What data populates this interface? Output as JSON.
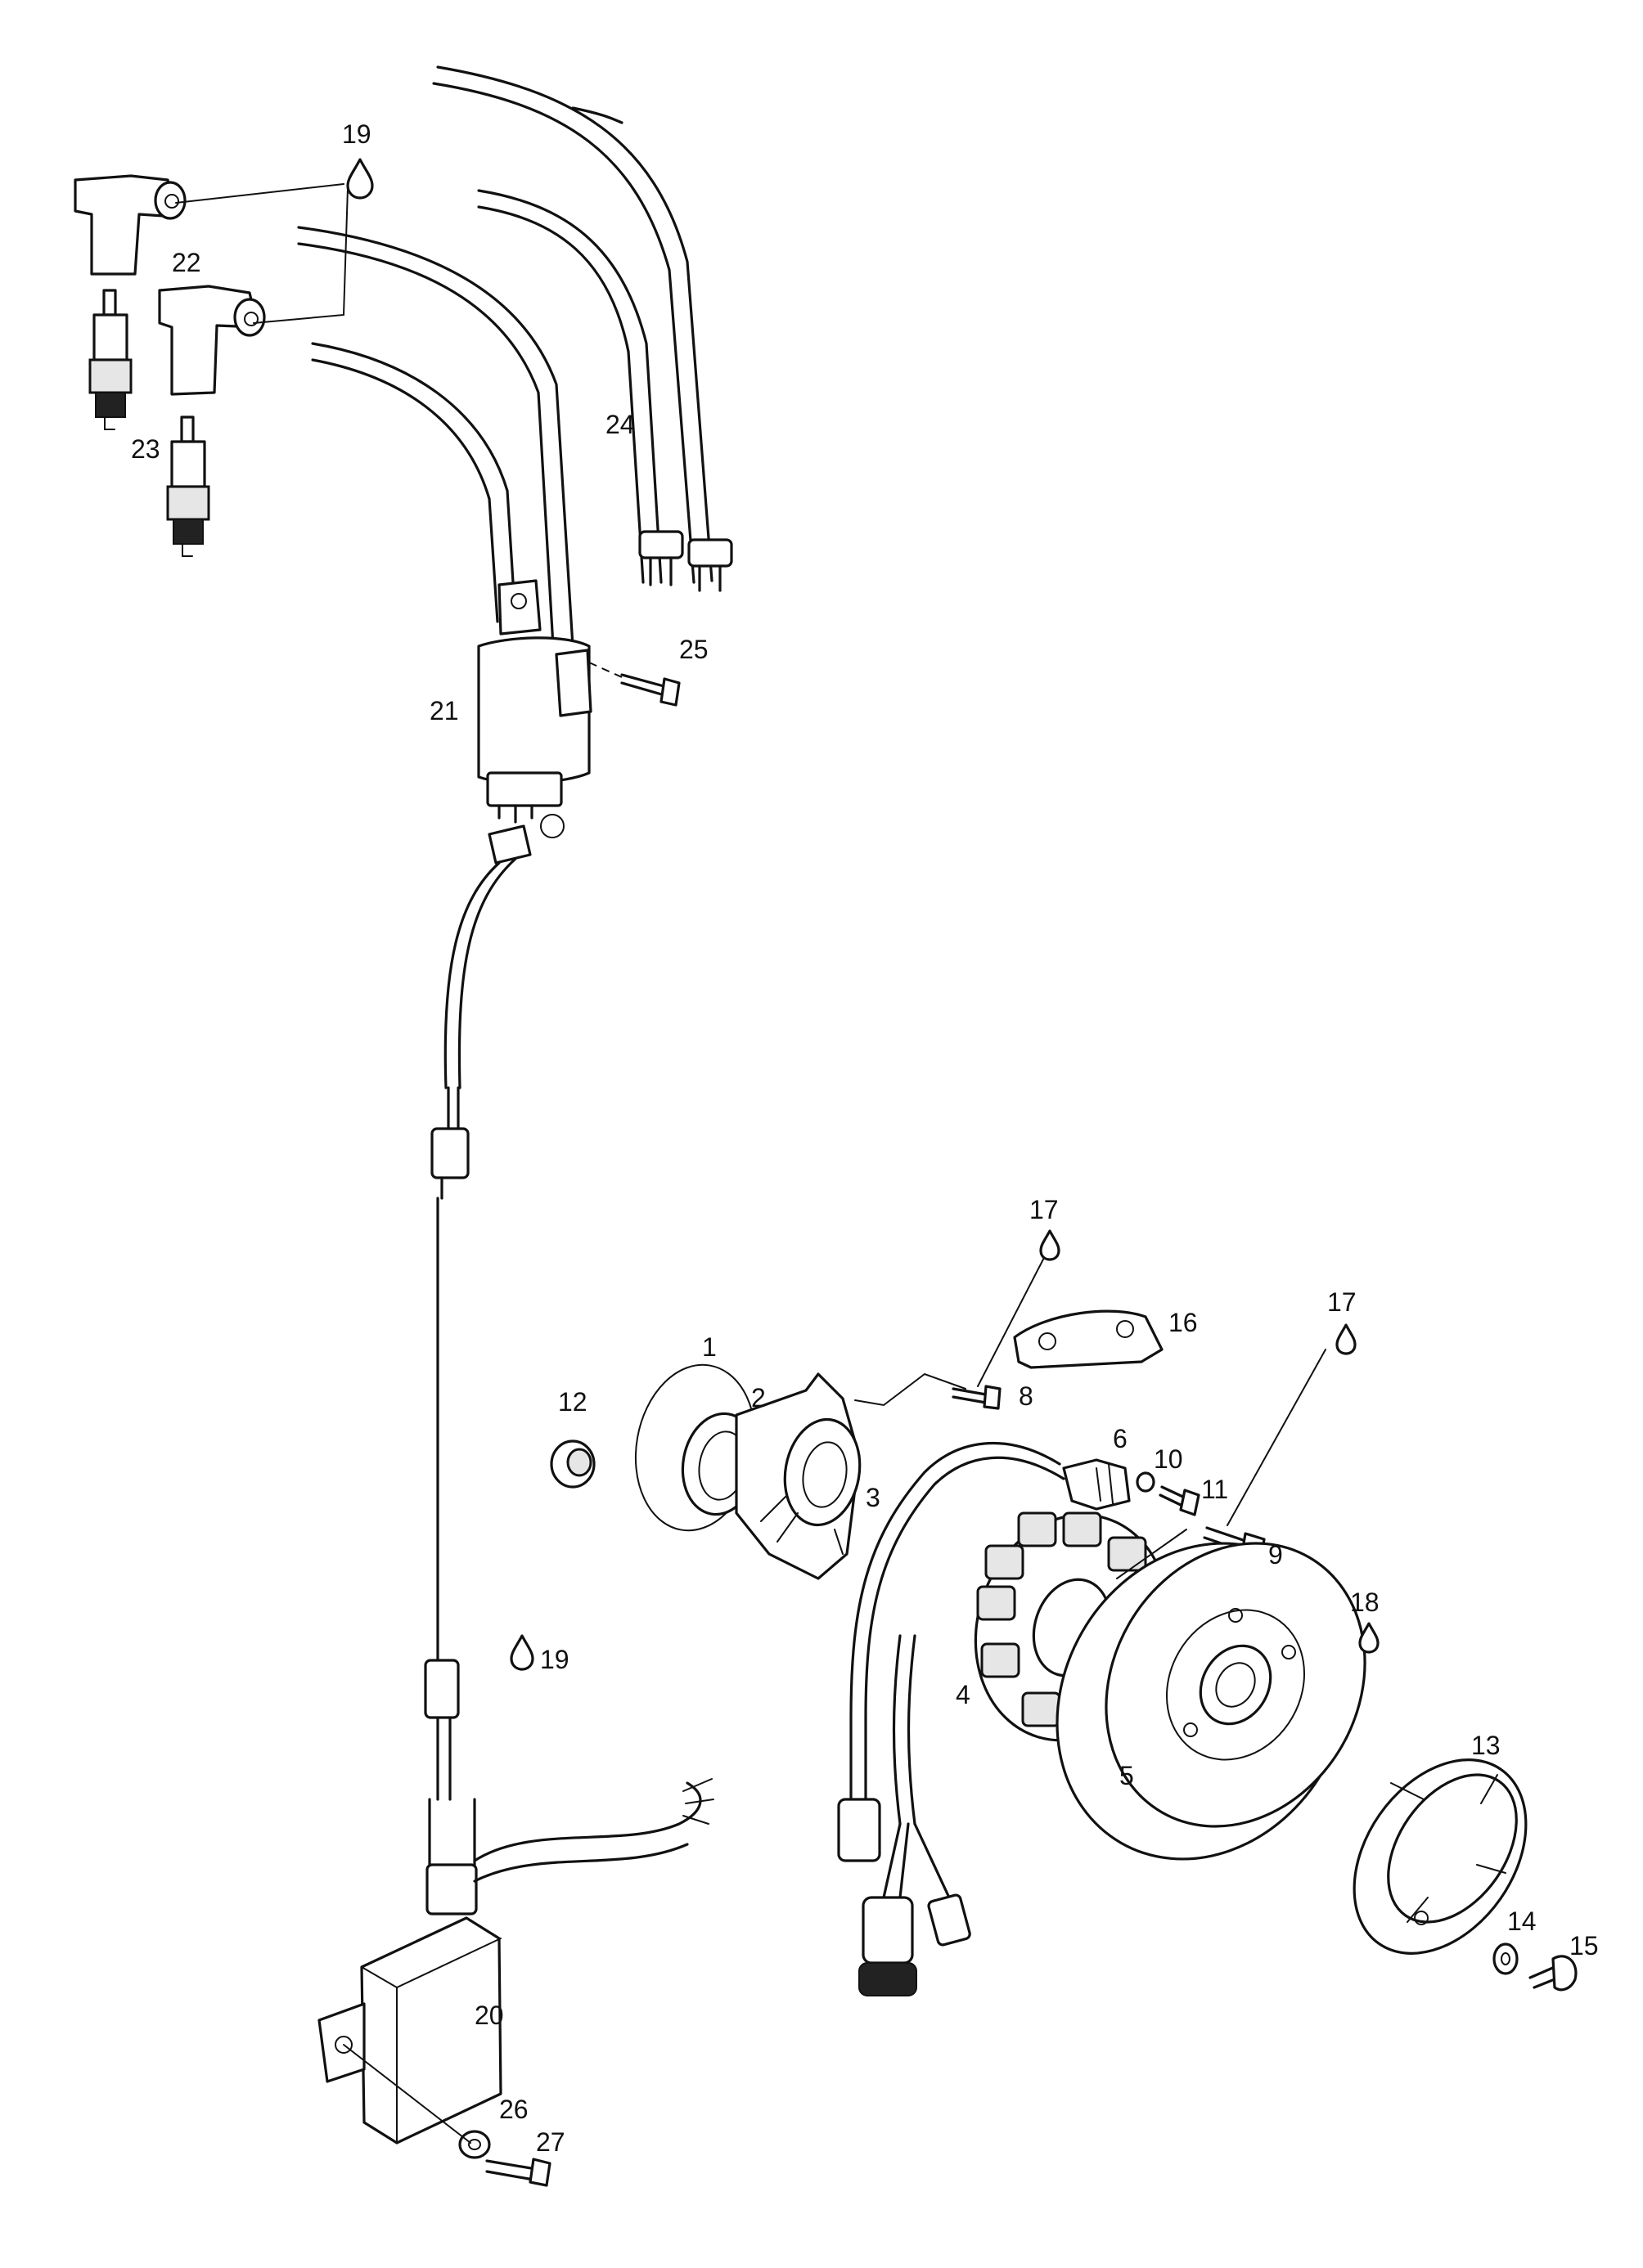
{
  "callouts": {
    "c1": "1",
    "c2": "2",
    "c3": "3",
    "c4": "4",
    "c5": "5",
    "c6": "6",
    "c8": "8",
    "c9": "9",
    "c10": "10",
    "c11": "11",
    "c12": "12",
    "c13": "13",
    "c14": "14",
    "c15": "15",
    "c16": "16",
    "c17a": "17",
    "c17b": "17",
    "c18": "18",
    "c19a": "19",
    "c19b": "19",
    "c20": "20",
    "c21": "21",
    "c22": "22",
    "c23": "23",
    "c24": "24",
    "c25": "25",
    "c26": "26",
    "c27": "27"
  },
  "colors": {
    "line": "#111111",
    "background": "#ffffff"
  }
}
